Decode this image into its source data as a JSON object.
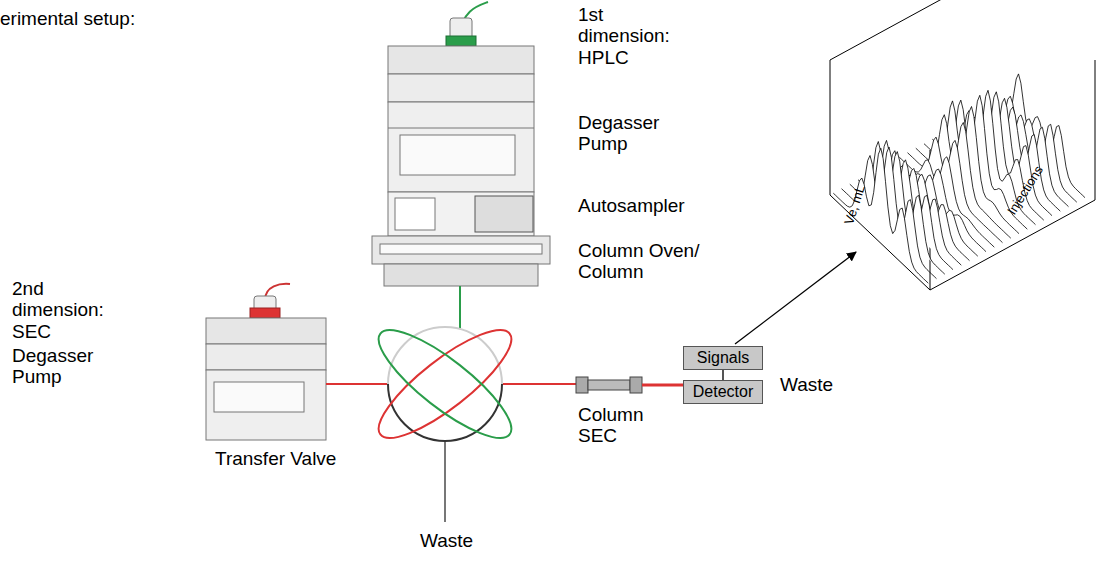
{
  "diagram": {
    "nodes": [
      {
        "text": [
          "Signals"
        ]
      },
      {
        "text": [
          "Detector"
        ]
      }
    ],
    "edges": [
      {
        "from": 0,
        "to": 1,
        "arrow": "none"
      }
    ],
    "labels": [
      "erimental setup:",
      "1st dimension: HPLC",
      "Degasser Pump",
      "Autosampler",
      "Column Oven/ Column",
      "2nd dimension: SEC",
      "Degasser Pump",
      "Transfer Valve",
      "Waste",
      "Column SEC",
      "Waste",
      "Ve, mL",
      "Injections"
    ]
  }
}
